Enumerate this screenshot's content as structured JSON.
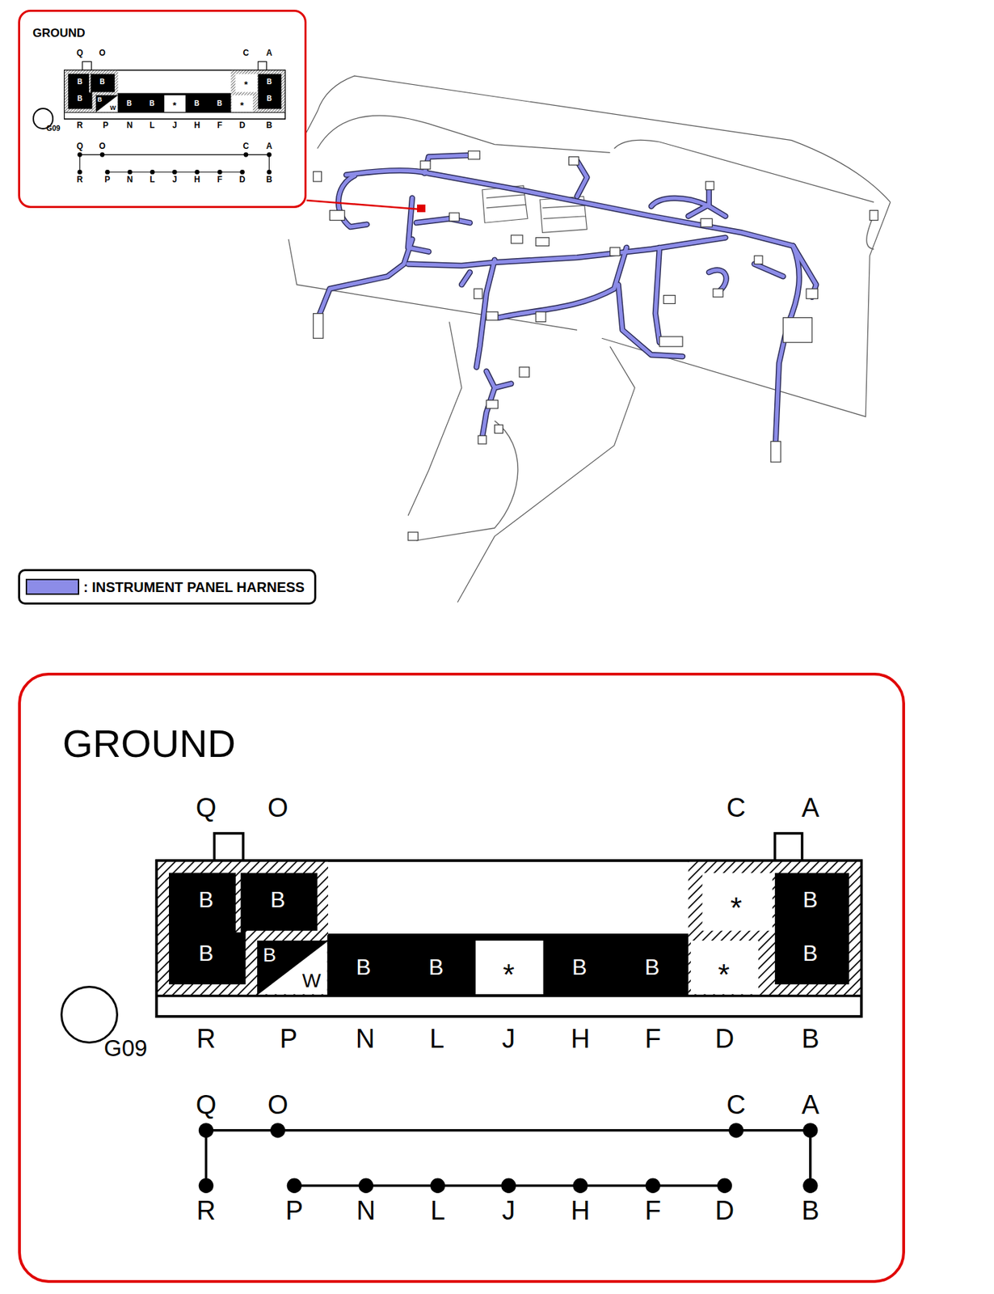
{
  "diagram": {
    "nodes": [
      {
        "text": [
          "GROUND"
        ]
      },
      {
        "text": [
          "G09"
        ],
        "in": 0
      },
      {
        "text": [
          "GROUND"
        ]
      },
      {
        "text": [
          "G09"
        ],
        "in": 2
      }
    ],
    "labels": [
      "Q",
      "O",
      "C",
      "A",
      "B",
      "B",
      "*",
      "B",
      "B",
      "B",
      "W",
      "B",
      "B",
      "*",
      "B",
      "B",
      "*",
      "B",
      "R",
      "P",
      "N",
      "L",
      "J",
      "H",
      "F",
      "D",
      "B",
      "Q",
      "O",
      "C",
      "A",
      "R",
      "P",
      "N",
      "L",
      "J",
      "H",
      "F",
      "D",
      "B",
      "Q",
      "O",
      "C",
      "A",
      "B",
      "B",
      "*",
      "B",
      "B",
      "B",
      "W",
      "B",
      "B",
      "*",
      "B",
      "B",
      "*",
      "B",
      "R",
      "P",
      "N",
      "L",
      "J",
      "H",
      "F",
      "D",
      "B",
      "Q",
      "O",
      "C",
      "A",
      "R",
      "P",
      "N",
      "L",
      "J",
      "H",
      "F",
      "D",
      "B"
    ],
    "legend": [
      {
        "text": ": INSTRUMENT PANEL HARNESS",
        "color": "#8c8ce8"
      }
    ]
  }
}
